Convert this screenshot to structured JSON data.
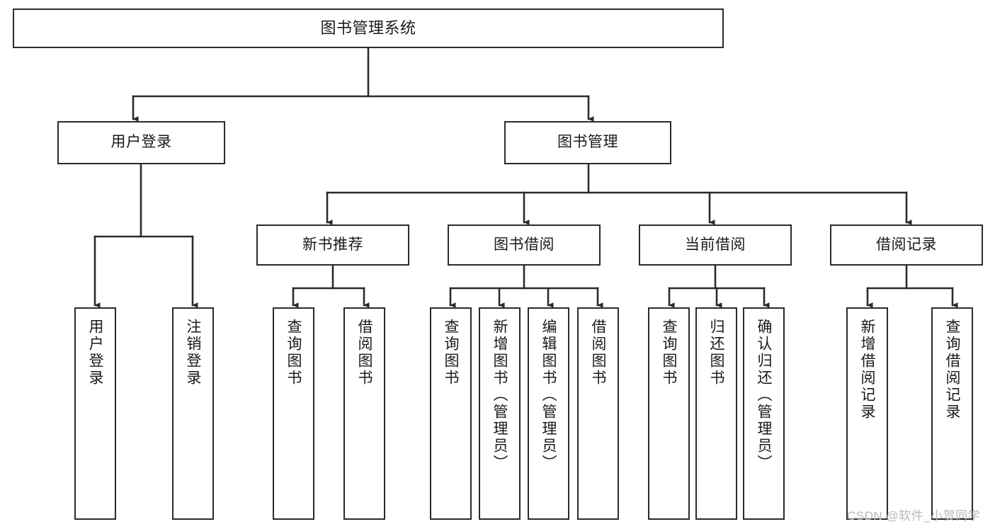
{
  "diagram": {
    "title": "图书管理系统",
    "type": "functional-structure-tree",
    "watermark": "CSDN @软件_小贺同学",
    "colors": {
      "background": "#ffffff",
      "box_border": "#2b2b2b",
      "connector": "#2b2b2b",
      "text": "#1a1a1a",
      "watermark": "#b9b9b9"
    },
    "levels": {
      "root": {
        "label": "图书管理系统"
      },
      "level2": [
        {
          "label": "用户登录"
        },
        {
          "label": "图书管理"
        }
      ],
      "level3": [
        {
          "label": "新书推荐"
        },
        {
          "label": "图书借阅"
        },
        {
          "label": "当前借阅"
        },
        {
          "label": "借阅记录"
        }
      ],
      "leaves": {
        "user_login": [
          {
            "label": "用户登录"
          },
          {
            "label": "注销登录"
          }
        ],
        "new_book_recommend": [
          {
            "label": "查询图书"
          },
          {
            "label": "借阅图书"
          }
        ],
        "book_borrow": [
          {
            "label": "查询图书"
          },
          {
            "label": "新增图书（管理员）"
          },
          {
            "label": "编辑图书（管理员）"
          },
          {
            "label": "借阅图书"
          }
        ],
        "current_borrow": [
          {
            "label": "查询图书"
          },
          {
            "label": "归还图书"
          },
          {
            "label": "确认归还（管理员）"
          }
        ],
        "borrow_record": [
          {
            "label": "新增借阅记录"
          },
          {
            "label": "查询借阅记录"
          }
        ]
      }
    }
  }
}
